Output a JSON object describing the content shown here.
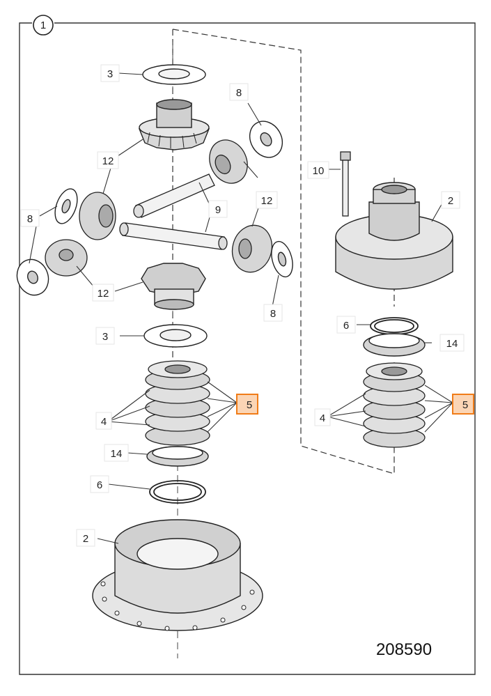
{
  "diagram": {
    "frame_label": "1",
    "drawing_number": "208590",
    "labels": {
      "shim_upper": "3",
      "shim_lower": "3",
      "thrust_washer_top_right": "8",
      "thrust_washer_left": "8",
      "thrust_washer_lower_left": "8",
      "thrust_washer_right": "8",
      "pinion_gear_upper_left": "12",
      "pinion_gear_upper_right": "12",
      "pinion_gear_lower_left": "12",
      "side_gear_lower": "12",
      "cross_shaft": "9",
      "bolt": "10",
      "housing_right": "2",
      "housing_bottom": "2",
      "ring_right": "6",
      "ring_bottom": "6",
      "spacer_right": "14",
      "spacer_left": "14",
      "friction_plates_left": "4",
      "friction_plates_right": "4",
      "steel_plates_left": "5",
      "steel_plates_right": "5"
    },
    "highlight_color": "#f07c18"
  }
}
